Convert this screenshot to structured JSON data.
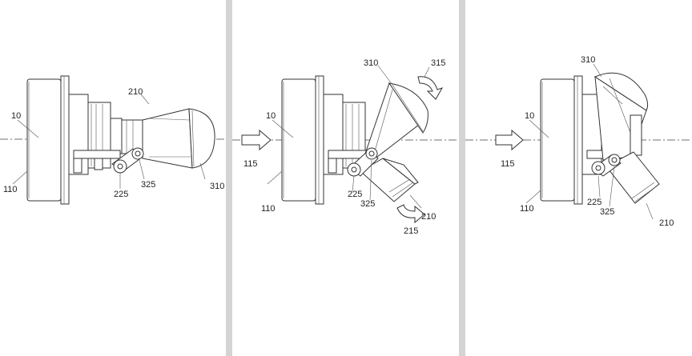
{
  "figures": [
    {
      "id": "fig-a",
      "labels": {
        "axis": "10",
        "body": "110",
        "assembly": "210",
        "pivot_a": "225",
        "dome": "310",
        "pivot_b": "325"
      }
    },
    {
      "id": "fig-b",
      "labels": {
        "axis": "10",
        "body": "110",
        "flow": "115",
        "assembly": "210",
        "rotation_lower": "215",
        "pivot_a": "225",
        "dome": "310",
        "rotation_upper": "315",
        "pivot_b": "325"
      }
    },
    {
      "id": "fig-c",
      "labels": {
        "axis": "10",
        "body": "110",
        "flow": "115",
        "assembly": "210",
        "pivot_a": "225",
        "dome": "310",
        "pivot_b": "325"
      }
    }
  ]
}
